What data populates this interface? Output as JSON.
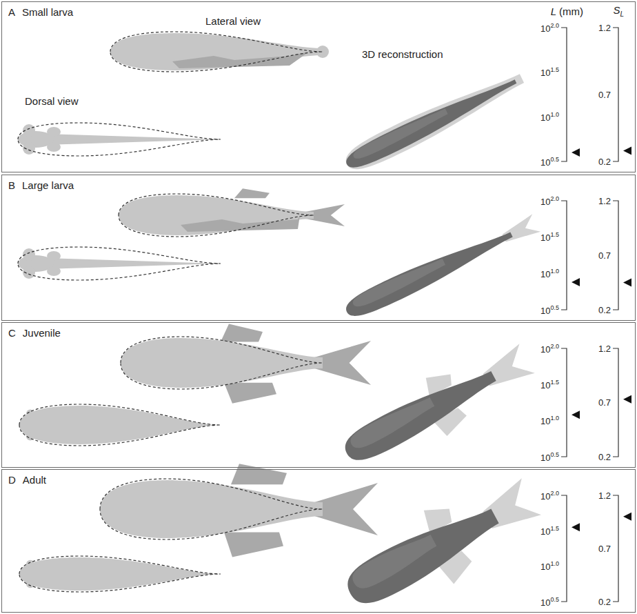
{
  "diagram": {
    "nodes": [
      {
        "text": [
          "A",
          "Small larva"
        ]
      },
      {
        "text": [
          "B",
          "Large larva"
        ]
      },
      {
        "text": [
          "C",
          "Juvenile"
        ]
      },
      {
        "text": [
          "D",
          "Adult"
        ]
      }
    ],
    "labels": [
      "Lateral view",
      "Dorsal view",
      "3D reconstruction",
      "L",
      "(mm)",
      "S",
      "L",
      "10",
      "2.0",
      "10",
      "1.5",
      "10",
      "1.0",
      "10",
      "0.5",
      "1.2",
      "0.7",
      "0.2",
      "10",
      "2.0",
      "10",
      "1.5",
      "10",
      "1.0",
      "10",
      "0.5",
      "1.2",
      "0.7",
      "0.2",
      "10",
      "2.0",
      "10",
      "1.5",
      "10",
      "1.0",
      "10",
      "0.5",
      "1.2",
      "0.7",
      "0.2",
      "10",
      "2.0",
      "10",
      "1.5",
      "10",
      "1.0",
      "10",
      "0.5",
      "1.2",
      "0.7",
      "0.2"
    ]
  }
}
